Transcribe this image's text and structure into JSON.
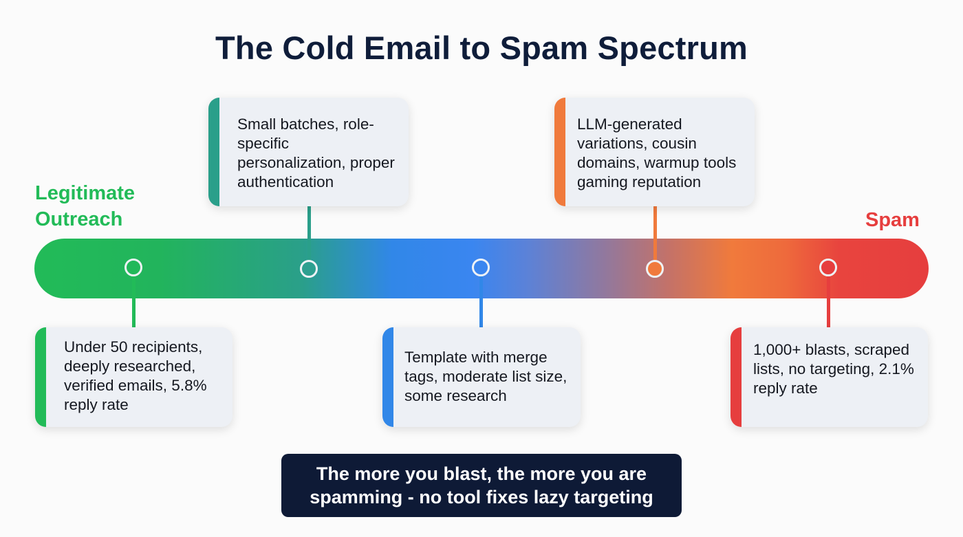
{
  "title": "The Cold Email to Spam Spectrum",
  "spectrum": {
    "left_label_line1": "Legitimate",
    "left_label_line2": "Outreach",
    "right_label": "Spam",
    "colors": {
      "green": "#22bb58",
      "teal": "#2a9f8a",
      "blue": "#3187e8",
      "orange": "#f07a3c",
      "red": "#e63e3e"
    }
  },
  "stages": [
    {
      "position": "below",
      "color": "#22bb58",
      "text": "Under 50 recipients, deeply researched, verified emails, 5.8% reply rate"
    },
    {
      "position": "above",
      "color": "#2a9f8a",
      "text": "Small batches, role-specific personalization, proper authentication"
    },
    {
      "position": "below",
      "color": "#3187e8",
      "text": "Template with merge tags, moderate list size, some research"
    },
    {
      "position": "above",
      "color": "#f07a3c",
      "text": "LLM-generated variations, cousin domains, warmup tools gaming reputation"
    },
    {
      "position": "below",
      "color": "#e63e3e",
      "text": "1,000+ blasts, scraped lists, no targeting, 2.1% reply rate"
    }
  ],
  "banner": {
    "line1": "The more you blast, the more you are",
    "line2": "spamming - no tool fixes lazy targeting"
  }
}
